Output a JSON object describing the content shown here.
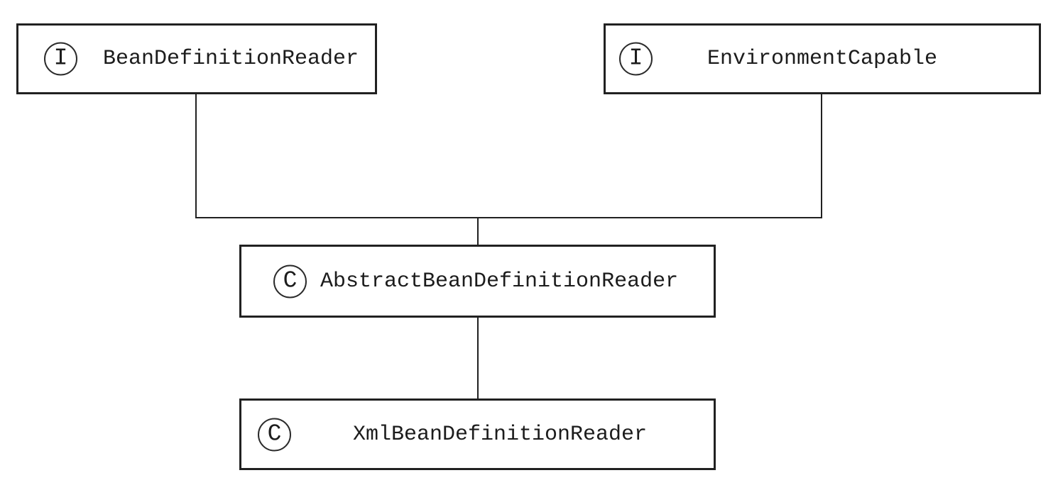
{
  "diagram": {
    "kind": "uml-class-hierarchy",
    "colors": {
      "background": "#ffffff",
      "stroke": "#212121",
      "text": "#1c1c1c"
    },
    "nodes": [
      {
        "id": "bean-definition-reader",
        "type": "interface",
        "badge": "I",
        "label": "BeanDefinitionReader"
      },
      {
        "id": "environment-capable",
        "type": "interface",
        "badge": "I",
        "label": "EnvironmentCapable"
      },
      {
        "id": "abstract-bean-definition-reader",
        "type": "class",
        "badge": "C",
        "label": "AbstractBeanDefinitionReader"
      },
      {
        "id": "xml-bean-definition-reader",
        "type": "class",
        "badge": "C",
        "label": "XmlBeanDefinitionReader"
      }
    ],
    "edges": [
      {
        "from": "abstract-bean-definition-reader",
        "to": "bean-definition-reader"
      },
      {
        "from": "abstract-bean-definition-reader",
        "to": "environment-capable"
      },
      {
        "from": "xml-bean-definition-reader",
        "to": "abstract-bean-definition-reader"
      }
    ]
  }
}
